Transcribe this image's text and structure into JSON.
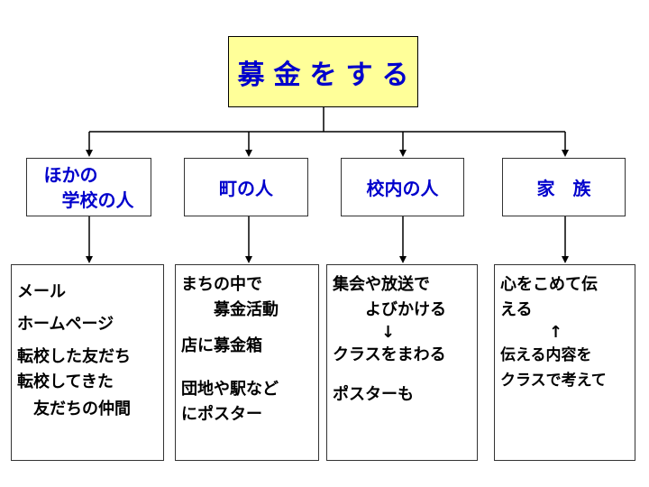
{
  "root": {
    "label": "募金をする"
  },
  "categories": [
    {
      "label": "ほかの\n　学校の人"
    },
    {
      "label": "町の人"
    },
    {
      "label": "校内の人"
    },
    {
      "label": "家　族"
    }
  ],
  "details": [
    {
      "lines": [
        "",
        "メール",
        "",
        "ホームページ",
        "",
        "転校した友だち",
        "転校してきた",
        "",
        "　友だちの仲間"
      ]
    },
    {
      "lines": [
        "まちの中で",
        "　　募金活動",
        "",
        "",
        "店に募金箱",
        "",
        "",
        "団地や駅など",
        "にポスター"
      ]
    },
    {
      "lines": [
        "集会や放送で",
        "　　よびかける",
        "　　　↓",
        "クラスをまわる",
        "",
        "",
        "ポスターも"
      ]
    },
    {
      "lines": [
        "心をこめて伝",
        "える",
        "　　　↑",
        "伝える内容を",
        "クラスで考えて"
      ]
    }
  ]
}
